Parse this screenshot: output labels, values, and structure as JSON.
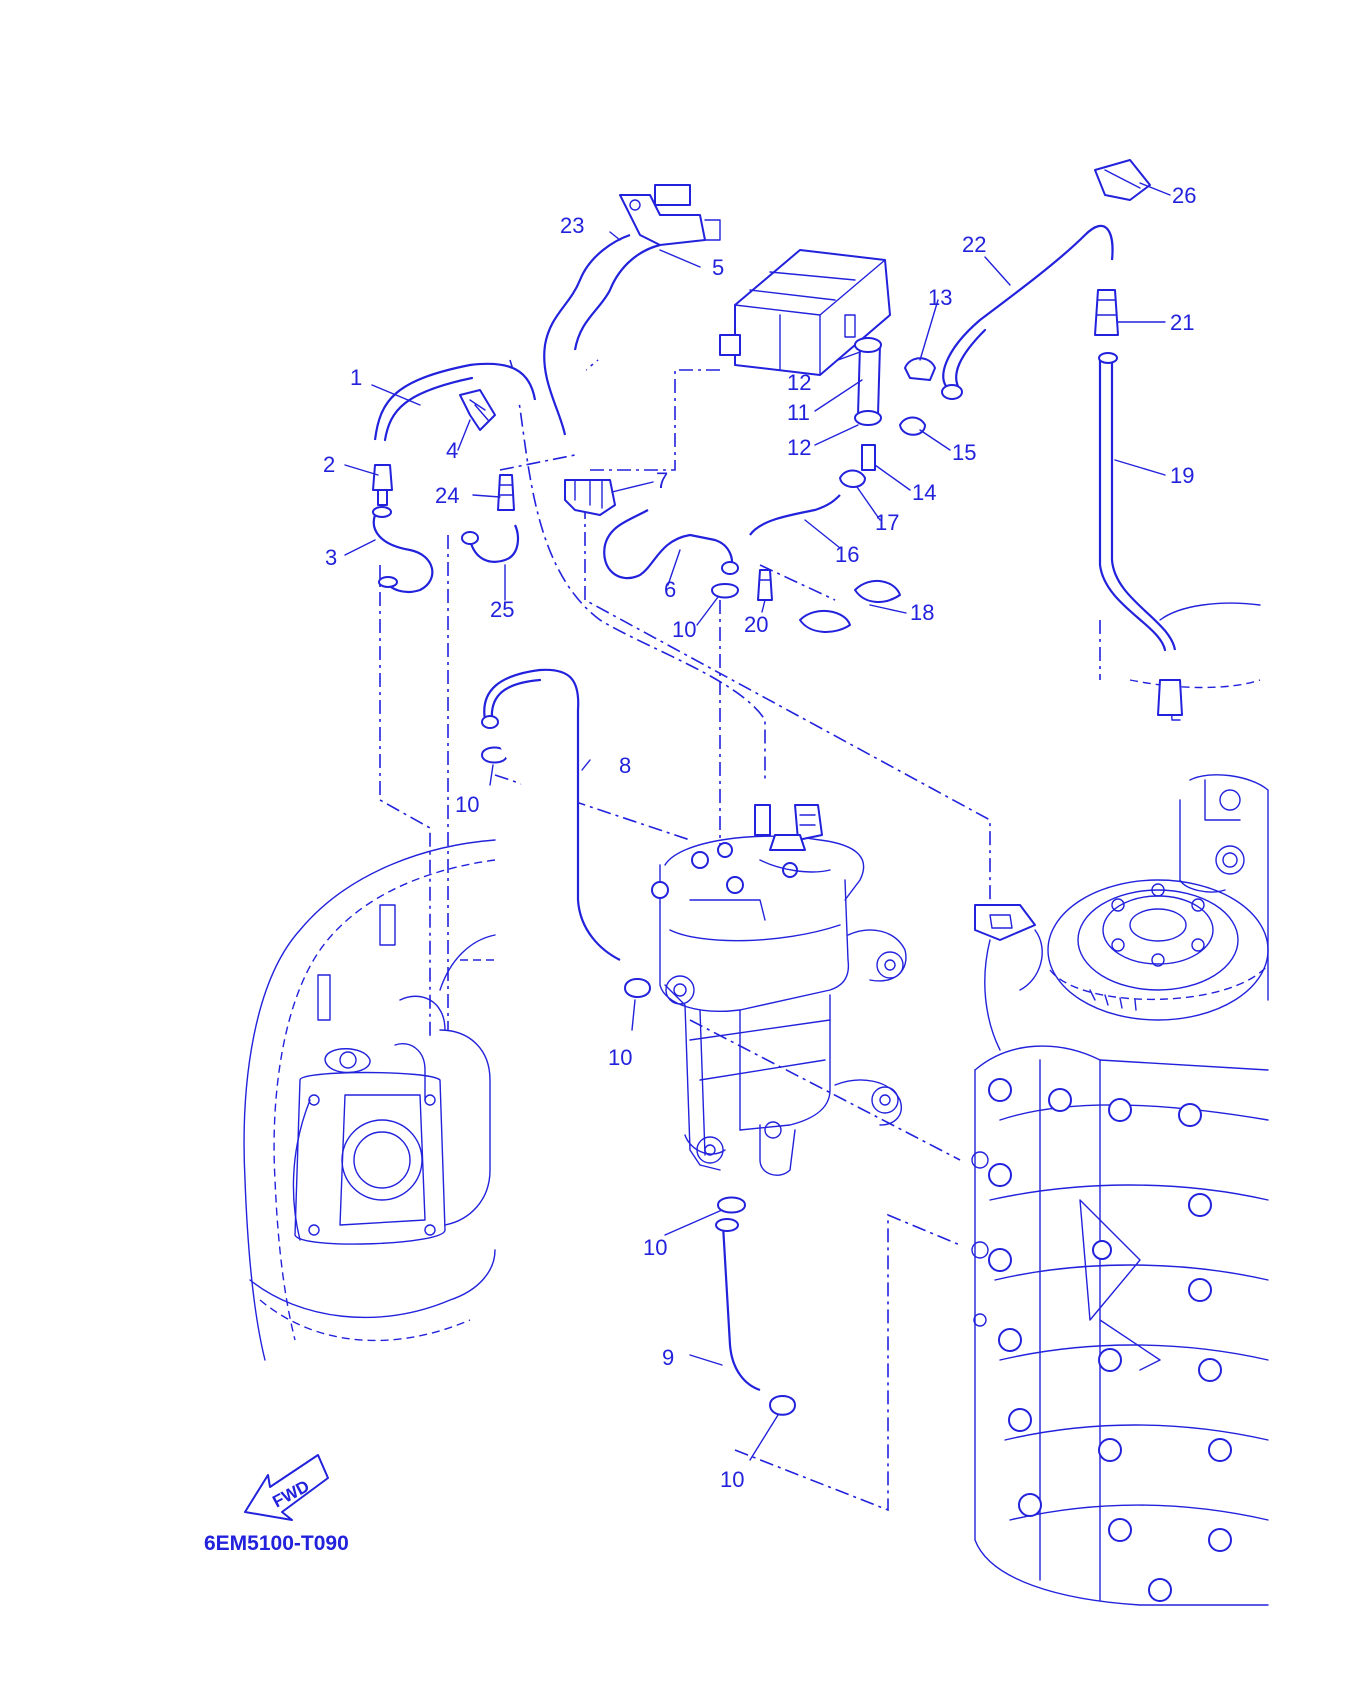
{
  "ink_color": "#2222dd",
  "diagram_code": "6EM5100-T090",
  "fwd_label": "FWD",
  "callouts": [
    {
      "id": "c1",
      "text": "1"
    },
    {
      "id": "c2",
      "text": "2"
    },
    {
      "id": "c3",
      "text": "3"
    },
    {
      "id": "c4",
      "text": "4"
    },
    {
      "id": "c5",
      "text": "5"
    },
    {
      "id": "c6",
      "text": "6"
    },
    {
      "id": "c7",
      "text": "7"
    },
    {
      "id": "c8",
      "text": "8"
    },
    {
      "id": "c9",
      "text": "9"
    },
    {
      "id": "c10a",
      "text": "10"
    },
    {
      "id": "c10b",
      "text": "10"
    },
    {
      "id": "c10c",
      "text": "10"
    },
    {
      "id": "c10d",
      "text": "10"
    },
    {
      "id": "c10e",
      "text": "10"
    },
    {
      "id": "c11",
      "text": "11"
    },
    {
      "id": "c12a",
      "text": "12"
    },
    {
      "id": "c12b",
      "text": "12"
    },
    {
      "id": "c13",
      "text": "13"
    },
    {
      "id": "c14",
      "text": "14"
    },
    {
      "id": "c15",
      "text": "15"
    },
    {
      "id": "c16",
      "text": "16"
    },
    {
      "id": "c17",
      "text": "17"
    },
    {
      "id": "c18",
      "text": "18"
    },
    {
      "id": "c19",
      "text": "19"
    },
    {
      "id": "c20",
      "text": "20"
    },
    {
      "id": "c21",
      "text": "21"
    },
    {
      "id": "c22",
      "text": "22"
    },
    {
      "id": "c23",
      "text": "23"
    },
    {
      "id": "c24",
      "text": "24"
    },
    {
      "id": "c25",
      "text": "25"
    },
    {
      "id": "c26",
      "text": "26"
    }
  ]
}
